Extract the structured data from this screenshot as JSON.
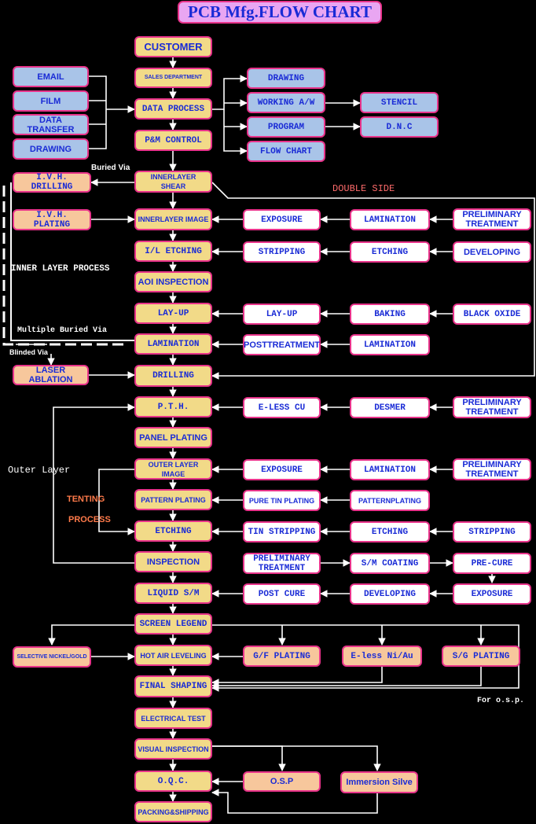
{
  "title": "PCB Mfg.FLOW CHART",
  "nodes": {
    "customer": "CUSTOMER",
    "sales": "SALES DEPARTMENT",
    "data_process": "DATA PROCESS",
    "pm_control": "P&M CONTROL",
    "email": "EMAIL",
    "film": "FILM",
    "data_transfer": "DATA TRANSFER",
    "drawing_in": "DRAWING",
    "drawing_out": "DRAWING",
    "working_aw": "WORKING A/W",
    "program": "PROGRAM",
    "flow_chart": "FLOW CHART",
    "stencil": "STENCIL",
    "dnc": "D.N.C",
    "innerlayer_shear": "INNERLAYER SHEAR",
    "ivh_drilling": "I.V.H. DRILLING",
    "ivh_plating": "I.V.H. PLATING",
    "innerlayer_image": "INNERLAYER IMAGE",
    "exposure_1": "EXPOSURE",
    "lamination_1": "LAMINATION",
    "preliminary_1": "PRELIMINARY\nTREATMENT",
    "il_etching": "I/L ETCHING",
    "stripping_1": "STRIPPING",
    "etching_1": "ETCHING",
    "developing_1": "DEVELOPING",
    "aoi_inspection": "AOI INSPECTION",
    "layup_main": "LAY-UP",
    "layup_side": "LAY-UP",
    "baking": "BAKING",
    "black_oxide": "BLACK OXIDE",
    "lamination_main": "LAMINATION",
    "posttreatment": "POSTTREATMENT",
    "lamination_2": "LAMINATION",
    "laser_ablation": "LASER ABLATION",
    "drilling": "DRILLING",
    "pth": "P.T.H.",
    "eless_cu": "E-LESS CU",
    "desmer": "DESMER",
    "preliminary_2": "PRELIMINARY\nTREATMENT",
    "panel_plating": "PANEL PLATING",
    "outer_layer_image": "OUTER LAYER IMAGE",
    "exposure_2": "EXPOSURE",
    "lamination_3": "LAMINATION",
    "preliminary_3": "PRELIMINARY\nTREATMENT",
    "pattern_plating": "PATTERN PLATING",
    "pure_tin_plating": "PURE TIN PLATING",
    "patternplating": "PATTERNPLATING",
    "etching_main": "ETCHING",
    "tin_stripping": "TIN STRIPPING",
    "etching_2": "ETCHING",
    "stripping_2": "STRIPPING",
    "inspection": "INSPECTION",
    "preliminary_4": "PRELIMINARY\nTREATMENT",
    "sm_coating": "S/M COATING",
    "pre_cure": "PRE-CURE",
    "liquid_sm": "LIQUID S/M",
    "post_cure": "POST CURE",
    "developing_2": "DEVELOPING",
    "exposure_3": "EXPOSURE",
    "screen_legend": "SCREEN LEGEND",
    "selective_nickel": "SELECTIVE NICKEL/GOLD",
    "hot_air_leveling": "HOT AIR LEVELING",
    "gf_plating": "G/F PLATING",
    "eless_ni_au": "E-less Ni/Au",
    "sg_plating": "S/G PLATING",
    "final_shaping": "FINAL SHAPING",
    "electrical_test": "ELECTRICAL TEST",
    "visual_inspection": "VISUAL INSPECTION",
    "oqc": "O.Q.C.",
    "osp": "O.S.P",
    "immersion_silver": "Immersion Silve",
    "packing_shipping": "PACKING&SHIPPING"
  },
  "labels": {
    "buried_via": "Buried Via",
    "double_side": "DOUBLE SIDE",
    "inner_layer_process": "INNER LAYER PROCESS",
    "multiple_buried_via": "Multiple Buried Via",
    "blinded_via": "Blinded Via",
    "outer_layer": "Outer Layer",
    "tenting": "TENTING",
    "process": "PROCESS",
    "for_osp": "For o.s.p."
  },
  "colors": {
    "main_fill": "#f2da88",
    "side_fill": "#a9c4e8",
    "process_fill": "#ffffff",
    "option_fill": "#f7c79c",
    "border": "#e8338a",
    "text": "#1a2bd6",
    "title_fill": "#e9a6f2",
    "line": "#ffffff"
  }
}
